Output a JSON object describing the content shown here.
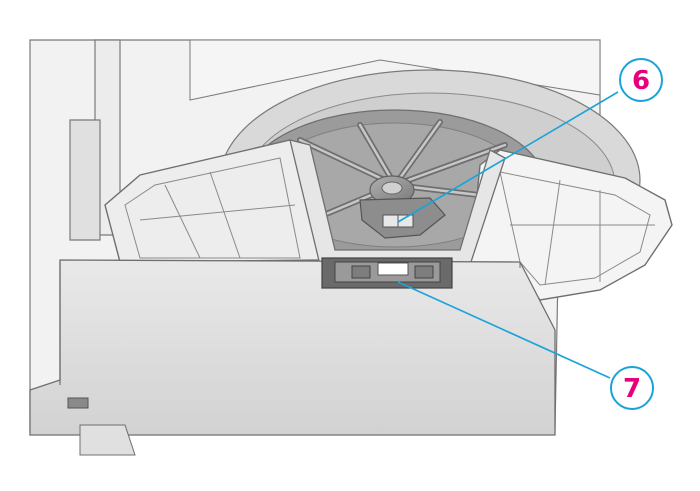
{
  "callouts": [
    {
      "id": "callout-6",
      "label": "6"
    },
    {
      "id": "callout-7",
      "label": "7"
    }
  ],
  "colors": {
    "outline": "#6f6f6f",
    "body_light": "#f2f2f2",
    "body_mid": "#e3e3e3",
    "body_shade": "#d6d6d6",
    "deep_shade": "#8a8a8a",
    "dark_slot": "#5a5a5a",
    "leader": "#1aa3d9",
    "circle_stroke": "#1aa3d9",
    "label_text": "#e6007e"
  }
}
